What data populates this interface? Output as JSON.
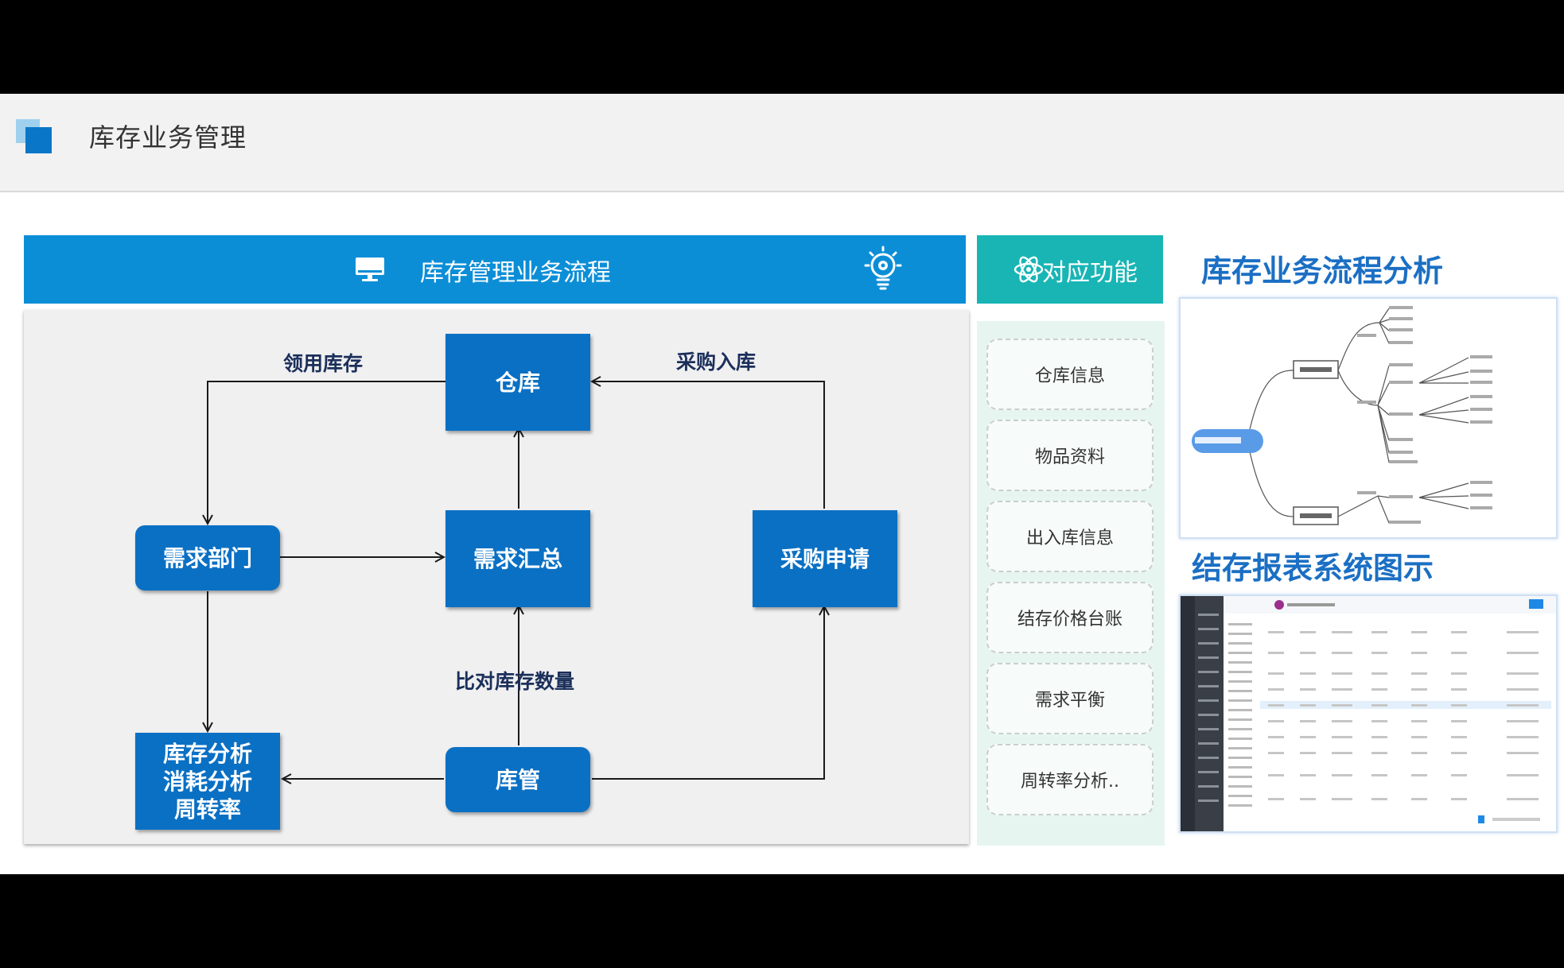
{
  "header": {
    "title": "库存业务管理"
  },
  "flow_panel": {
    "title": "库存管理业务流程",
    "nodes": {
      "warehouse": "仓库",
      "demand_dept": "需求部门",
      "demand_summary": "需求汇总",
      "purchase_request": "采购申请",
      "analysis_lines": [
        "库存分析",
        "消耗分析",
        "周转率"
      ],
      "keeper": "库管"
    },
    "edge_labels": {
      "use_stock": "领用库存",
      "purchase_in": "采购入库",
      "compare_qty": "比对库存数量"
    }
  },
  "functions": {
    "title": "对应功能",
    "items": [
      "仓库信息",
      "物品资料",
      "出入库信息",
      "结存价格台账",
      "需求平衡",
      "周转率分析.."
    ]
  },
  "right": {
    "analysis_title": "库存业务流程分析",
    "report_title": "结存报表系统图示"
  },
  "colors": {
    "primary_blue": "#0a70c4",
    "bar_blue": "#0c8ed7",
    "teal": "#19b5b5",
    "title_blue": "#1b6fc4"
  },
  "icons": {
    "flow_left": "monitor-icon",
    "flow_right": "lightbulb-gear-icon",
    "functions": "atom-icon"
  }
}
